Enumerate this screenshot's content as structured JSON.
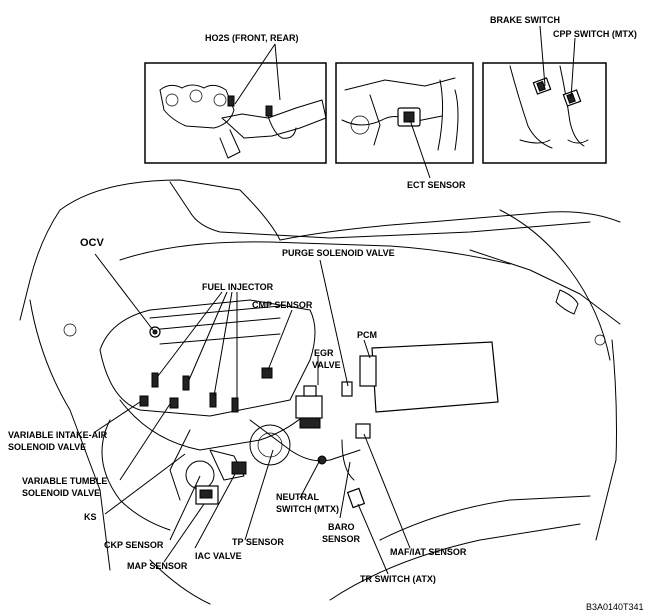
{
  "labels": {
    "ho2s": "HO2S (FRONT, REAR)",
    "brake_switch": "BRAKE SWITCH",
    "cpp_switch": "CPP SWITCH (MTX)",
    "ect_sensor": "ECT SENSOR",
    "ocv": "OCV",
    "purge_valve": "PURGE SOLENOID VALVE",
    "fuel_injector": "FUEL INJECTOR",
    "cmp_sensor": "CMP SENSOR",
    "pcm": "PCM",
    "egr_valve_1": "EGR",
    "egr_valve_2": "VALVE",
    "vias_1": "VARIABLE INTAKE-AIR",
    "vias_2": "SOLENOID VALVE",
    "vtcs_1": "VARIABLE TUMBLE",
    "vtcs_2": "SOLENOID VALVE",
    "ks": "KS",
    "neutral_1": "NEUTRAL",
    "neutral_2": "SWITCH (MTX)",
    "baro_1": "BARO",
    "baro_2": "SENSOR",
    "ckp_sensor": "CKP SENSOR",
    "tp_sensor": "TP SENSOR",
    "iac_valve": "IAC VALVE",
    "map_sensor": "MAP SENSOR",
    "maf_iat": "MAF/IAT SENSOR",
    "tr_switch": "TR SWITCH (ATX)"
  },
  "figure_code": "B3A0140T341"
}
